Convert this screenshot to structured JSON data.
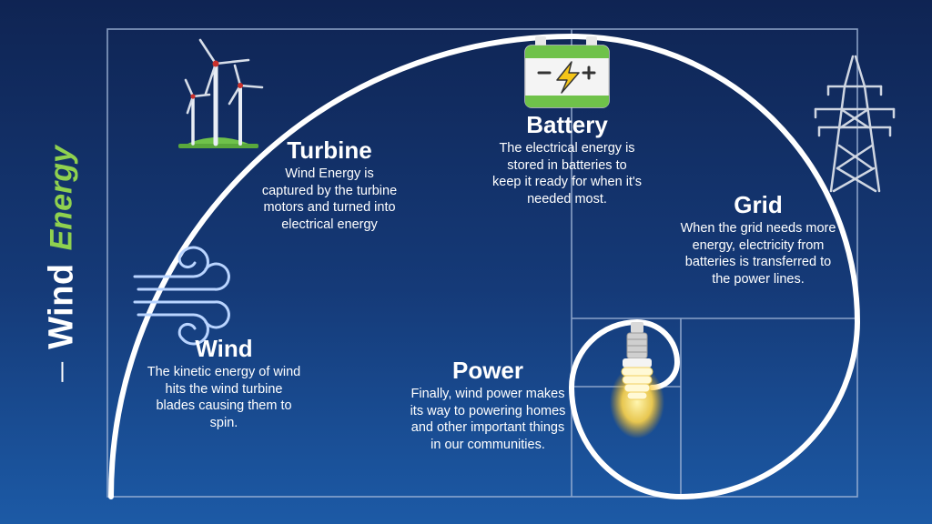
{
  "side_title": {
    "word1": "Wind",
    "word2": "Energy"
  },
  "sections": {
    "turbine": {
      "title": "Turbine",
      "text": "Wind Energy is captured by the turbine motors and turned into electrical energy"
    },
    "battery": {
      "title": "Battery",
      "text": "The electrical energy is stored in batteries to keep it ready for when it's needed most."
    },
    "grid": {
      "title": "Grid",
      "text": "When the grid needs more energy, electricity from batteries is transferred to the power lines."
    },
    "wind": {
      "title": "Wind",
      "text": "The kinetic energy of wind hits the wind turbine blades causing them to spin."
    },
    "power": {
      "title": "Power",
      "text": "Finally, wind power makes its way to powering homes and other important things in our communities."
    }
  },
  "colors": {
    "background_top": "#0f2453",
    "background_bottom": "#1c5aa6",
    "accent_green": "#8fd14f",
    "spiral": "#ffffff",
    "grid_lines": "#9fb4d6"
  },
  "icons": [
    "wind-turbines-icon",
    "battery-icon",
    "transmission-tower-icon",
    "wind-gust-icon",
    "light-bulb-icon"
  ]
}
